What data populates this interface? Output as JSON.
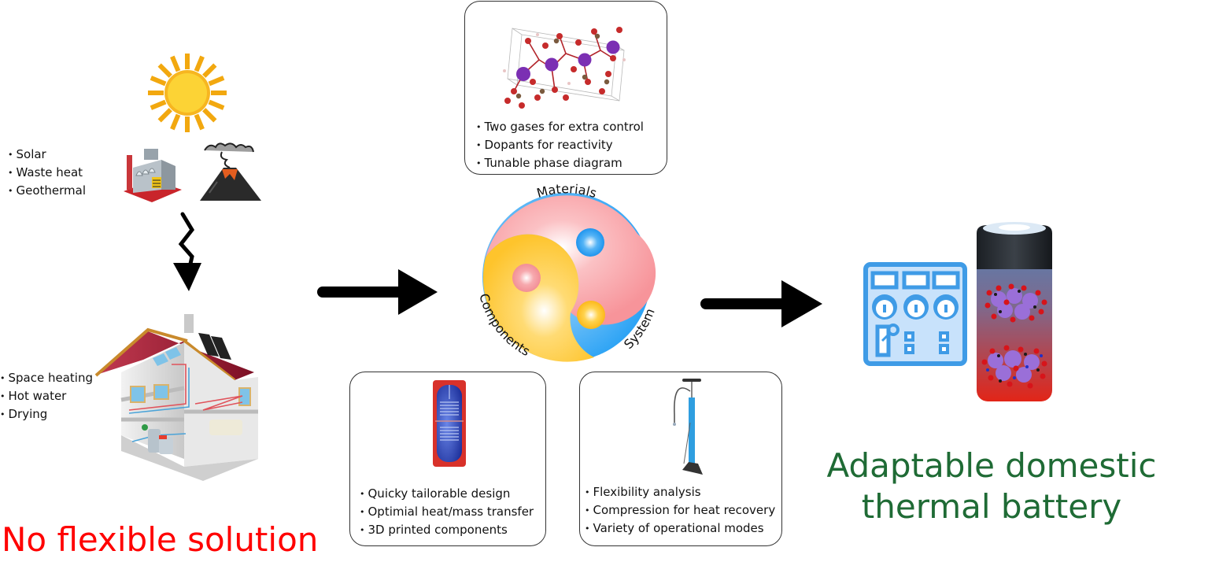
{
  "sources": {
    "items": [
      "Solar",
      "Waste heat",
      "Geothermal"
    ],
    "icons": [
      "sun-icon",
      "factory-icon",
      "volcano-icon"
    ]
  },
  "demands": {
    "items": [
      "Space heating",
      "Hot water",
      "Drying"
    ],
    "icon": "house-cutaway-icon"
  },
  "left_caption": "No flexible solution",
  "materials_box": {
    "items": [
      "Two gases for extra control",
      "Dopants for reactivity",
      "Tunable phase diagram"
    ],
    "icon": "crystal-structure-icon"
  },
  "components_box": {
    "items": [
      "Quicky tailorable design",
      "Optimial heat/mass transfer",
      "3D printed components"
    ],
    "icon": "storage-tank-icon"
  },
  "system_box": {
    "items": [
      "Flexibility analysis",
      "Compression for heat recovery",
      "Variety of operational modes"
    ],
    "icon": "pump-icon"
  },
  "triad": {
    "labels": {
      "top": "Materials",
      "left": "Components",
      "right": "System"
    },
    "colors": {
      "materials": "#f7949a",
      "components": "#fec42c",
      "system": "#2ea4f5"
    }
  },
  "right_caption": {
    "line1": "Adaptable domestic",
    "line2": "thermal battery"
  },
  "colors": {
    "negative": "#ff0000",
    "positive": "#1f6b35",
    "arrow": "#000000"
  }
}
